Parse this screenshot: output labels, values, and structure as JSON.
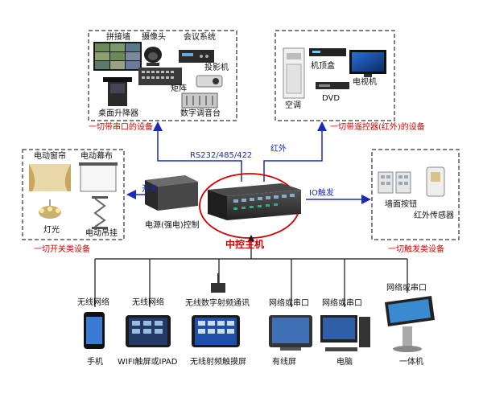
{
  "controller": {
    "label": "中控主机"
  },
  "groups": {
    "serial": {
      "title": "一切带串口的设备",
      "items": [
        "拼接墙",
        "摄像头",
        "会议系统",
        "投影机",
        "矩阵",
        "桌面升降器",
        "数字调音台"
      ]
    },
    "ir": {
      "title": "一切带遥控器(红外)的设备",
      "items": [
        "机顶盒",
        "电视机",
        "空调",
        "DVD"
      ]
    },
    "switch": {
      "title": "一切开关类设备",
      "items": [
        "电动窗帘",
        "电动幕布",
        "灯光",
        "电动吊挂"
      ]
    },
    "trigger": {
      "title": "一切触发类设备",
      "items": [
        "墙面按钮",
        "红外传感器"
      ]
    }
  },
  "links": {
    "serial": "RS232/485/422",
    "ir": "红外",
    "switch": "开关",
    "trigger": "IO触发"
  },
  "power_control": "电源(强电)控制",
  "terminals": [
    {
      "top": "无线网络",
      "bottom": "手机"
    },
    {
      "top": "无线网络",
      "bottom": "WIFI触屏或IPAD"
    },
    {
      "top": "无线数字射频通讯",
      "bottom": "无线射频触摸屏"
    },
    {
      "top": "网络或串口",
      "bottom": "有线屏"
    },
    {
      "top": "网络或串口",
      "bottom": "电脑"
    },
    {
      "top": "网络或串口",
      "bottom": "一体机"
    }
  ],
  "colors": {
    "frame": "#333333",
    "link": "#1b2bb8",
    "accent": "#d40000",
    "line": "#111111"
  }
}
